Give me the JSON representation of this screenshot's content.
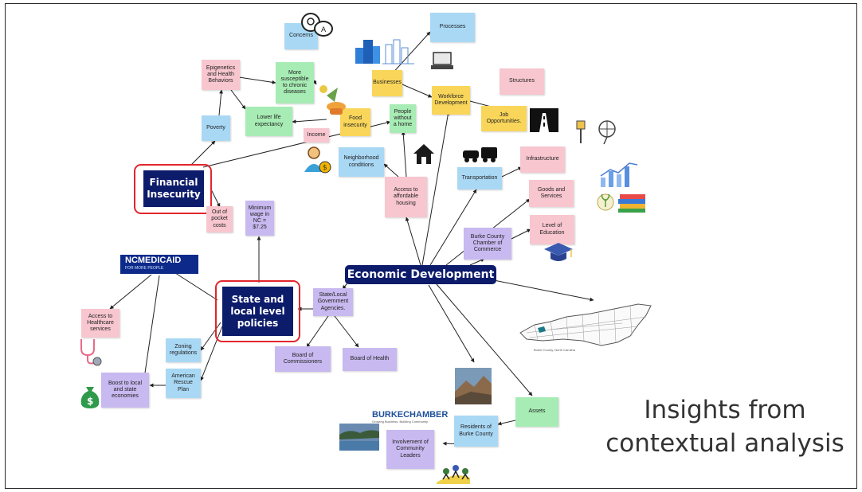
{
  "slide": {
    "title": "Insights from contextual analysis"
  },
  "hubs": {
    "financial": "Financial Insecurity",
    "policies": "State and local level policies",
    "economic": "Economic Development"
  },
  "notes": {
    "concerns": "Concerns",
    "processes": "Processes",
    "structures": "Structures",
    "epigenetics": "Epigenetics and Health Behaviors",
    "susceptible": "More susceptible to chronic diseases",
    "businesses": "Businesses",
    "workforce": "Workforce Development",
    "job_opps": "Job Opportunities.",
    "poverty": "Poverty",
    "life_expectancy": "Lower life expectancy",
    "food_insecurity": "Food insecurity",
    "income": "Income",
    "people_home": "People without a home",
    "neighborhood": "Neighborhood conditions",
    "housing": "Access to affordable housing",
    "transportation": "Transportation",
    "infrastructure": "Infrastructure",
    "goods": "Goods and Services",
    "education": "Level of Education",
    "chamber": "Burke County Chamber of Commerce",
    "out_of_pocket": "Out of pocket costs",
    "min_wage": "Minimum wage in NC = $7.25",
    "agencies": "State/Local Government Agencies.",
    "healthcare": "Access to Healthcare services",
    "zoning": "Zoning regulations",
    "rescue": "American Rescue Plan",
    "boost": "Boost to local and state economies",
    "commissioners": "Board of Commissioners",
    "board_health": "Board of Health",
    "assets": "Assets",
    "residents": "Residents of Burke County",
    "leaders": "Involvement of Community Leaders"
  },
  "logos": {
    "ncmedicaid": "NCMEDICAID",
    "ncmedicaid_tag": "FOR MORE PEOPLE",
    "burke": "BURKECHAMBER",
    "burke_tag": "Growing Business. Building Community."
  },
  "map_caption": "Burke County, North Carolina",
  "colors": {
    "hub": "#0d1b6b",
    "highlight_ring": "#e2262c",
    "cyan": "#a9d8f5",
    "green": "#a7ecb4",
    "pink": "#f8c6cf",
    "yellow": "#f9d65a",
    "lavender": "#c8b9f0"
  }
}
